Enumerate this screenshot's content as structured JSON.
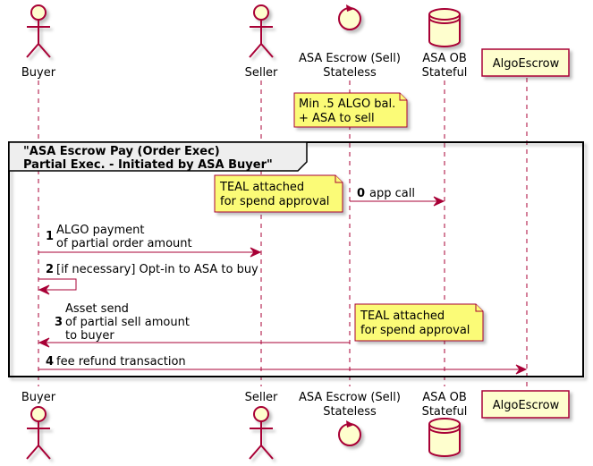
{
  "participants": {
    "buyer": "Buyer",
    "seller": "Seller",
    "escrow_line1": "ASA Escrow (Sell)",
    "escrow_line2": "Stateless",
    "ob_line1": "ASA OB",
    "ob_line2": "Stateful",
    "algoescrow": "AlgoEscrow"
  },
  "notes": {
    "top_line1": "Min .5 ALGO bal.",
    "top_line2": "+ ASA to sell",
    "teal1_line1": "TEAL attached",
    "teal1_line2": "for spend approval",
    "teal2_line1": "TEAL attached",
    "teal2_line2": "for spend approval"
  },
  "group": {
    "line1": "\"ASA Escrow Pay (Order Exec)",
    "line2": "Partial Exec. - Initiated by ASA Buyer\""
  },
  "messages": [
    {
      "num": "0",
      "line1": "app call",
      "line2": "",
      "line3": ""
    },
    {
      "num": "1",
      "line1": "ALGO payment",
      "line2": "of partial order amount",
      "line3": ""
    },
    {
      "num": "2",
      "line1": "[if necessary] Opt-in to ASA to buy",
      "line2": "",
      "line3": ""
    },
    {
      "num": "3",
      "line1": "Asset send",
      "line2": "of partial sell amount",
      "line3": "to buyer"
    },
    {
      "num": "4",
      "line1": "fee refund transaction",
      "line2": "",
      "line3": ""
    }
  ],
  "colors": {
    "line": "#A80036",
    "participant_fill": "#FEFECE",
    "note_fill": "#FBFB77",
    "group_header_fill": "#EEEEEE"
  }
}
